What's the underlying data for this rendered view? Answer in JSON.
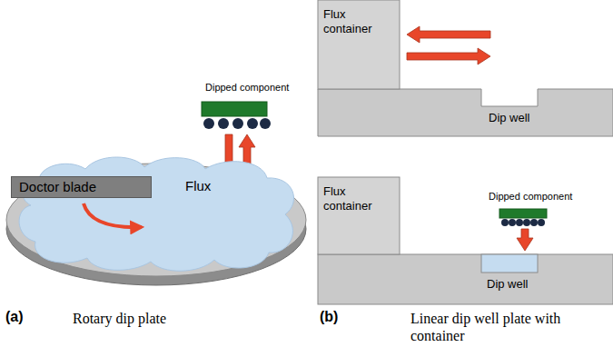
{
  "diagram": {
    "nodes": [
      {
        "text": [
          "Flux"
        ]
      },
      {
        "text": [
          "Doctor blade"
        ]
      },
      {
        "text": [
          "Flux container"
        ]
      },
      {
        "text": [
          "Flux container"
        ]
      }
    ],
    "labels": [
      "Dipped component",
      "Dip well",
      "Dipped component",
      "Dip well",
      "(a)",
      "Rotary dip plate",
      "(b)",
      "Linear dip well plate with container"
    ]
  }
}
